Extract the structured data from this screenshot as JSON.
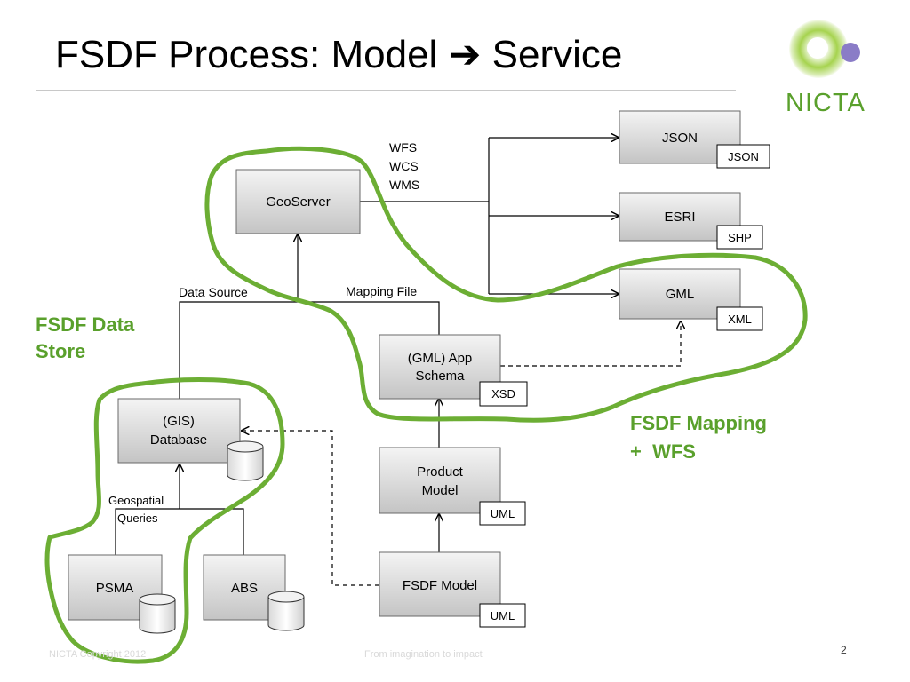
{
  "slide": {
    "title": "FSDF Process: Model ➔ Service",
    "logo_text": "NICTA",
    "footer_left": "NICTA Copyright 2012",
    "footer_center": "From imagination to impact",
    "page_number": "2"
  },
  "colors": {
    "accent_green": "#5aa02c",
    "logo_purple": "#8a7cc7",
    "box_gradient_top": "#f4f4f4",
    "box_gradient_bottom": "#c4c4c4"
  },
  "nodes": {
    "geoserver": "GeoServer",
    "json": "JSON",
    "esri": "ESRI",
    "gml": "GML",
    "app_schema_line1": "(GML) App",
    "app_schema_line2": "Schema",
    "gis_db_line1": "(GIS)",
    "gis_db_line2": "Database",
    "product_model_line1": "Product",
    "product_model_line2": "Model",
    "fsdf_model": "FSDF Model",
    "psma": "PSMA",
    "abs": "ABS"
  },
  "tags": {
    "json": "JSON",
    "shp": "SHP",
    "xml": "XML",
    "xsd": "XSD",
    "uml_product": "UML",
    "uml_fsdf": "UML"
  },
  "edge_labels": {
    "wfs": "WFS",
    "wcs": "WCS",
    "wms": "WMS",
    "data_source": "Data Source",
    "mapping_file": "Mapping File",
    "geospatial": "Geospatial",
    "queries": "Queries"
  },
  "groups": {
    "data_store_line1": "FSDF Data",
    "data_store_line2": "Store",
    "mapping_line1": "FSDF Mapping",
    "mapping_line2": "+  WFS"
  }
}
